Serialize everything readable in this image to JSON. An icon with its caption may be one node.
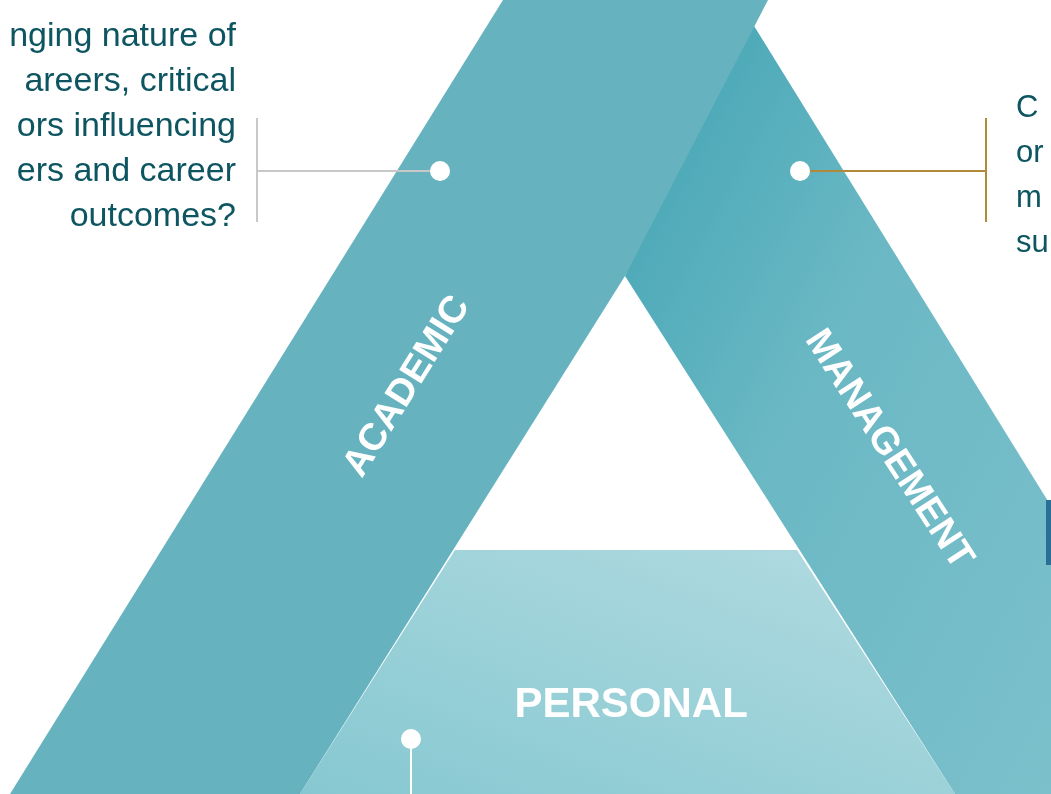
{
  "diagram": {
    "nodes": [
      {
        "text": [
          "nging nature of areers, critical ors influencing ers and career outcomes?"
        ]
      },
      {
        "text": [
          "C or m su"
        ]
      },
      {
        "text": [
          "ACADEMIC"
        ]
      },
      {
        "text": [
          "MANAGEMENT"
        ]
      },
      {
        "text": [
          "PERSONAL"
        ]
      }
    ],
    "edges": [
      {
        "from": 0,
        "to": 2,
        "arrow": "other"
      },
      {
        "from": 1,
        "to": 3,
        "arrow": "other",
        "color": "#b08a3a"
      },
      {
        "from": null,
        "to": 4,
        "arrow": "other",
        "color": "#ffffff"
      }
    ]
  }
}
